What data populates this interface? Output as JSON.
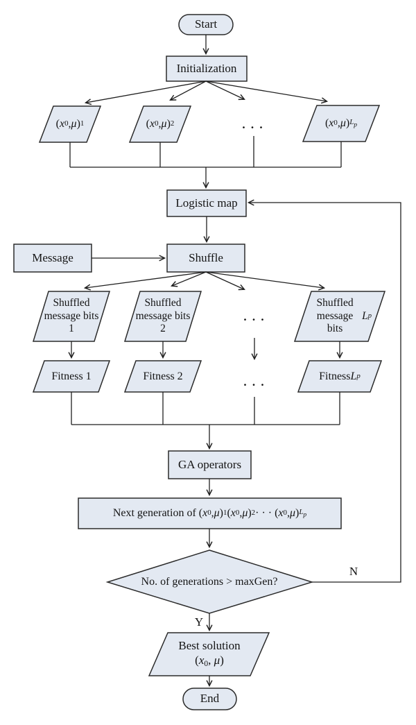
{
  "diagram": {
    "type": "flowchart",
    "colors": {
      "node_fill": "#e3e9f2",
      "node_border": "#2b2b2b",
      "edge_line": "#1f1f1f",
      "text": "#141414",
      "background": "#ffffff"
    },
    "nodes": {
      "start": {
        "label": "Start"
      },
      "init": {
        "label": "Initialization"
      },
      "p1": {
        "runs": [
          {
            "t": "("
          },
          {
            "t": "x",
            "i": 1
          },
          {
            "t": "0",
            "m": "sub"
          },
          {
            "t": ", "
          },
          {
            "t": "μ",
            "i": 1
          },
          {
            "t": ")"
          },
          {
            "t": "1",
            "m": "sup"
          }
        ]
      },
      "p2": {
        "runs": [
          {
            "t": "("
          },
          {
            "t": "x",
            "i": 1
          },
          {
            "t": "0",
            "m": "sub"
          },
          {
            "t": ", "
          },
          {
            "t": "μ",
            "i": 1
          },
          {
            "t": ")"
          },
          {
            "t": "2",
            "m": "sup"
          }
        ]
      },
      "pLp": {
        "runs": [
          {
            "t": "("
          },
          {
            "t": "x",
            "i": 1
          },
          {
            "t": "0",
            "m": "sub"
          },
          {
            "t": ", "
          },
          {
            "t": "μ",
            "i": 1
          },
          {
            "t": ")"
          },
          {
            "t": "L",
            "m": "sup",
            "i": 1
          },
          {
            "t": "p",
            "m": "supsub",
            "i": 1
          }
        ]
      },
      "logistic": {
        "label": "Logistic map"
      },
      "message": {
        "label": "Message"
      },
      "shuffle": {
        "label": "Shuffle"
      },
      "bits1": {
        "label": "Shuffled message bits 1"
      },
      "bits2": {
        "label": "Shuffled message bits 2"
      },
      "bitsLp": {
        "runs": [
          {
            "t": "Shuffled message bits "
          },
          {
            "t": "L",
            "i": 1
          },
          {
            "t": "p",
            "m": "sub",
            "i": 1
          }
        ]
      },
      "fit1": {
        "label": "Fitness 1"
      },
      "fit2": {
        "label": "Fitness 2"
      },
      "fitLp": {
        "runs": [
          {
            "t": "Fitness "
          },
          {
            "t": "L",
            "i": 1
          },
          {
            "t": "p",
            "m": "sub",
            "i": 1
          }
        ]
      },
      "ga": {
        "label": "GA operators"
      },
      "nextgen": {
        "runs": [
          {
            "t": "Next generation of ("
          },
          {
            "t": "x",
            "i": 1
          },
          {
            "t": "0",
            "m": "sub"
          },
          {
            "t": ", "
          },
          {
            "t": "μ",
            "i": 1
          },
          {
            "t": ")"
          },
          {
            "t": "1",
            "m": "sup"
          },
          {
            "t": "("
          },
          {
            "t": "x",
            "i": 1
          },
          {
            "t": "0",
            "m": "sub"
          },
          {
            "t": ", "
          },
          {
            "t": "μ",
            "i": 1
          },
          {
            "t": ")"
          },
          {
            "t": "2",
            "m": "sup"
          },
          {
            "t": " · · · ("
          },
          {
            "t": "x",
            "i": 1
          },
          {
            "t": "0",
            "m": "sub"
          },
          {
            "t": ", "
          },
          {
            "t": "μ",
            "i": 1
          },
          {
            "t": ")"
          },
          {
            "t": "L",
            "m": "sup",
            "i": 1
          },
          {
            "t": "p",
            "m": "supsub",
            "i": 1
          }
        ]
      },
      "decision": {
        "label": "No. of generations > maxGen?"
      },
      "best": {
        "line1": "Best solution",
        "runs": [
          {
            "t": "("
          },
          {
            "t": "x",
            "i": 1
          },
          {
            "t": "0",
            "m": "sub"
          },
          {
            "t": ", "
          },
          {
            "t": "μ",
            "i": 1
          },
          {
            "t": ")"
          }
        ]
      },
      "end": {
        "label": "End"
      }
    },
    "ellipsis": {
      "row_population": ". . .",
      "row_bits": ". . .",
      "row_fitness": ". . ."
    },
    "edge_labels": {
      "no": "N",
      "yes": "Y"
    }
  }
}
